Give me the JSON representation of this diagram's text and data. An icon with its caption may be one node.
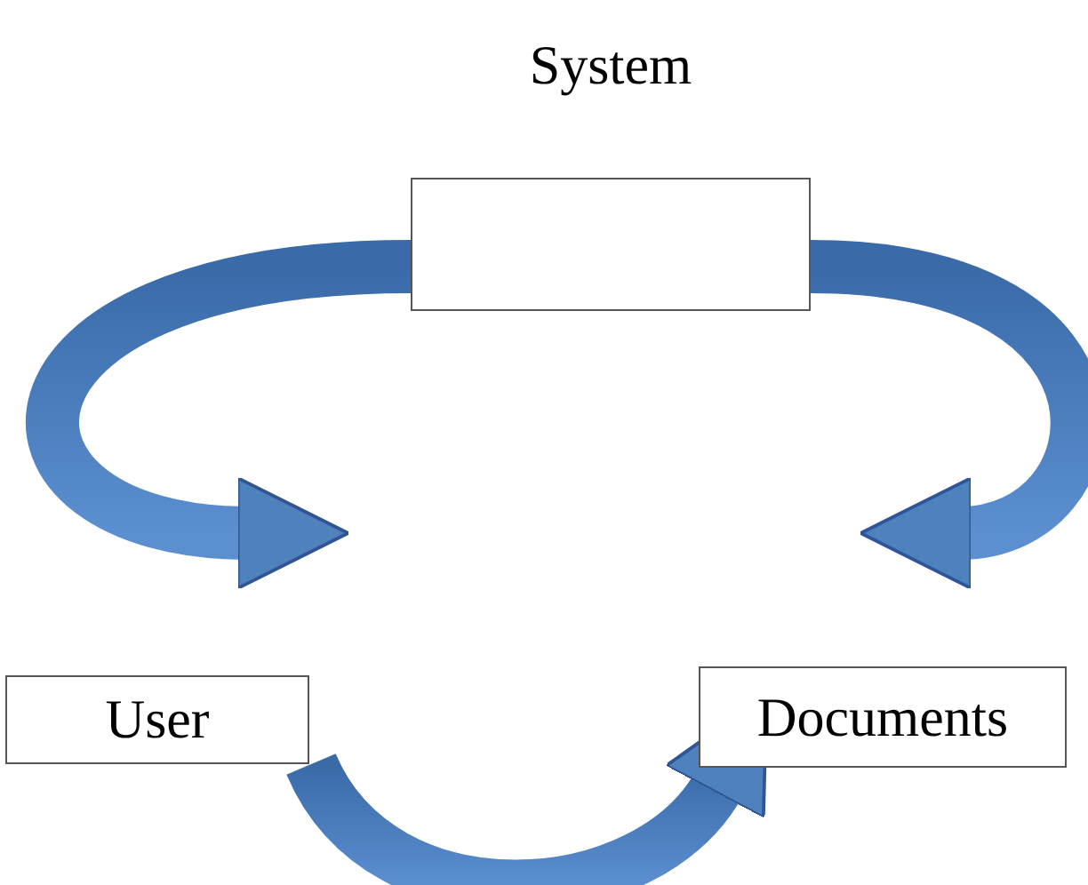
{
  "diagram": {
    "nodes": [
      {
        "text": [
          "System"
        ]
      },
      {
        "text": [
          "User"
        ]
      },
      {
        "text": [
          "Documents"
        ]
      }
    ],
    "edges": [
      {
        "from": 0,
        "to": 1,
        "arrow": "to"
      },
      {
        "from": 0,
        "to": 2,
        "arrow": "to"
      },
      {
        "from": 1,
        "to": 2,
        "arrow": "to"
      }
    ]
  }
}
